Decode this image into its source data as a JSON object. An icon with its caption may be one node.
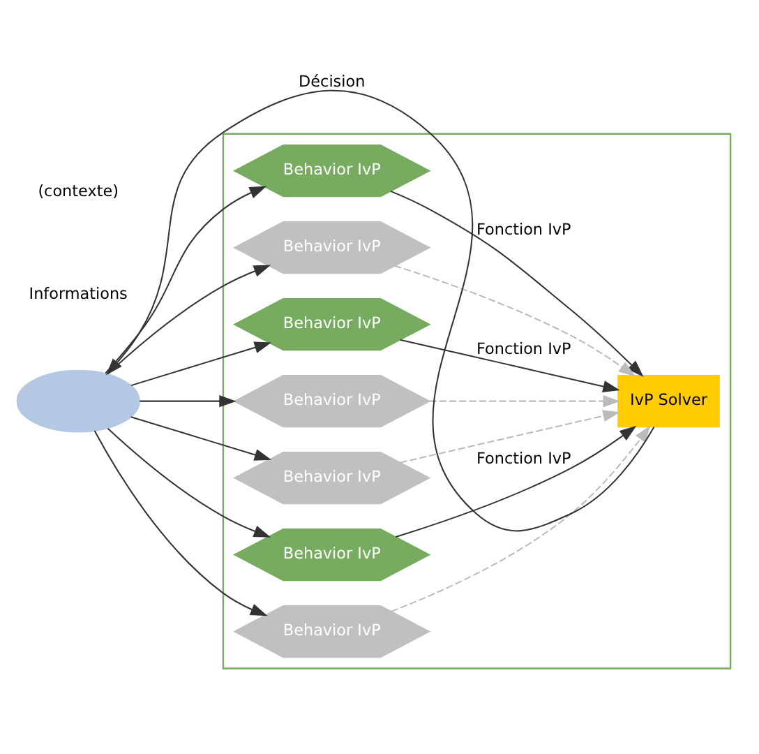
{
  "diagram": {
    "nodes": [
      {
        "text": [],
        "shape": "box"
      },
      {
        "text": [
          "Behavior IvP"
        ],
        "in": 0
      },
      {
        "text": [
          "Behavior IvP"
        ],
        "in": 0
      },
      {
        "text": [
          "Behavior IvP"
        ],
        "in": 0
      },
      {
        "text": [
          "Behavior IvP"
        ],
        "in": 0
      },
      {
        "text": [
          "Behavior IvP"
        ],
        "in": 0
      },
      {
        "text": [
          "Behavior IvP"
        ],
        "in": 0
      },
      {
        "text": [
          "Behavior IvP"
        ],
        "in": 0
      },
      {
        "text": [
          "IvP Solver"
        ],
        "in": 0
      },
      {
        "text": [],
        "shape": "ellipse"
      }
    ],
    "edges": [
      {
        "from": 9,
        "to": 1,
        "arrow": "to"
      },
      {
        "from": 9,
        "to": 2,
        "arrow": "to"
      },
      {
        "from": 9,
        "to": 3,
        "arrow": "to"
      },
      {
        "from": 9,
        "to": 4,
        "arrow": "to"
      },
      {
        "from": 9,
        "to": 5,
        "arrow": "to"
      },
      {
        "from": 9,
        "to": 6,
        "arrow": "to"
      },
      {
        "from": 9,
        "to": 7,
        "arrow": "to"
      },
      {
        "from": 1,
        "to": 8,
        "arrow": "to",
        "label": "Fonction IvP"
      },
      {
        "from": 2,
        "to": 8,
        "arrow": "to",
        "style": "dashed",
        "color": "#bbbbbb"
      },
      {
        "from": 3,
        "to": 8,
        "arrow": "to",
        "label": "Fonction IvP"
      },
      {
        "from": 4,
        "to": 8,
        "arrow": "to",
        "style": "dashed",
        "color": "#bbbbbb"
      },
      {
        "from": 5,
        "to": 8,
        "arrow": "to",
        "style": "dashed",
        "color": "#bbbbbb"
      },
      {
        "from": 6,
        "to": 8,
        "arrow": "to",
        "label": "Fonction IvP"
      },
      {
        "from": 7,
        "to": 8,
        "arrow": "to",
        "style": "dashed",
        "color": "#bbbbbb"
      },
      {
        "from": 8,
        "to": 9,
        "arrow": "to",
        "label": "Décision"
      }
    ],
    "labels": [
      "Informations",
      "(contexte)"
    ]
  }
}
